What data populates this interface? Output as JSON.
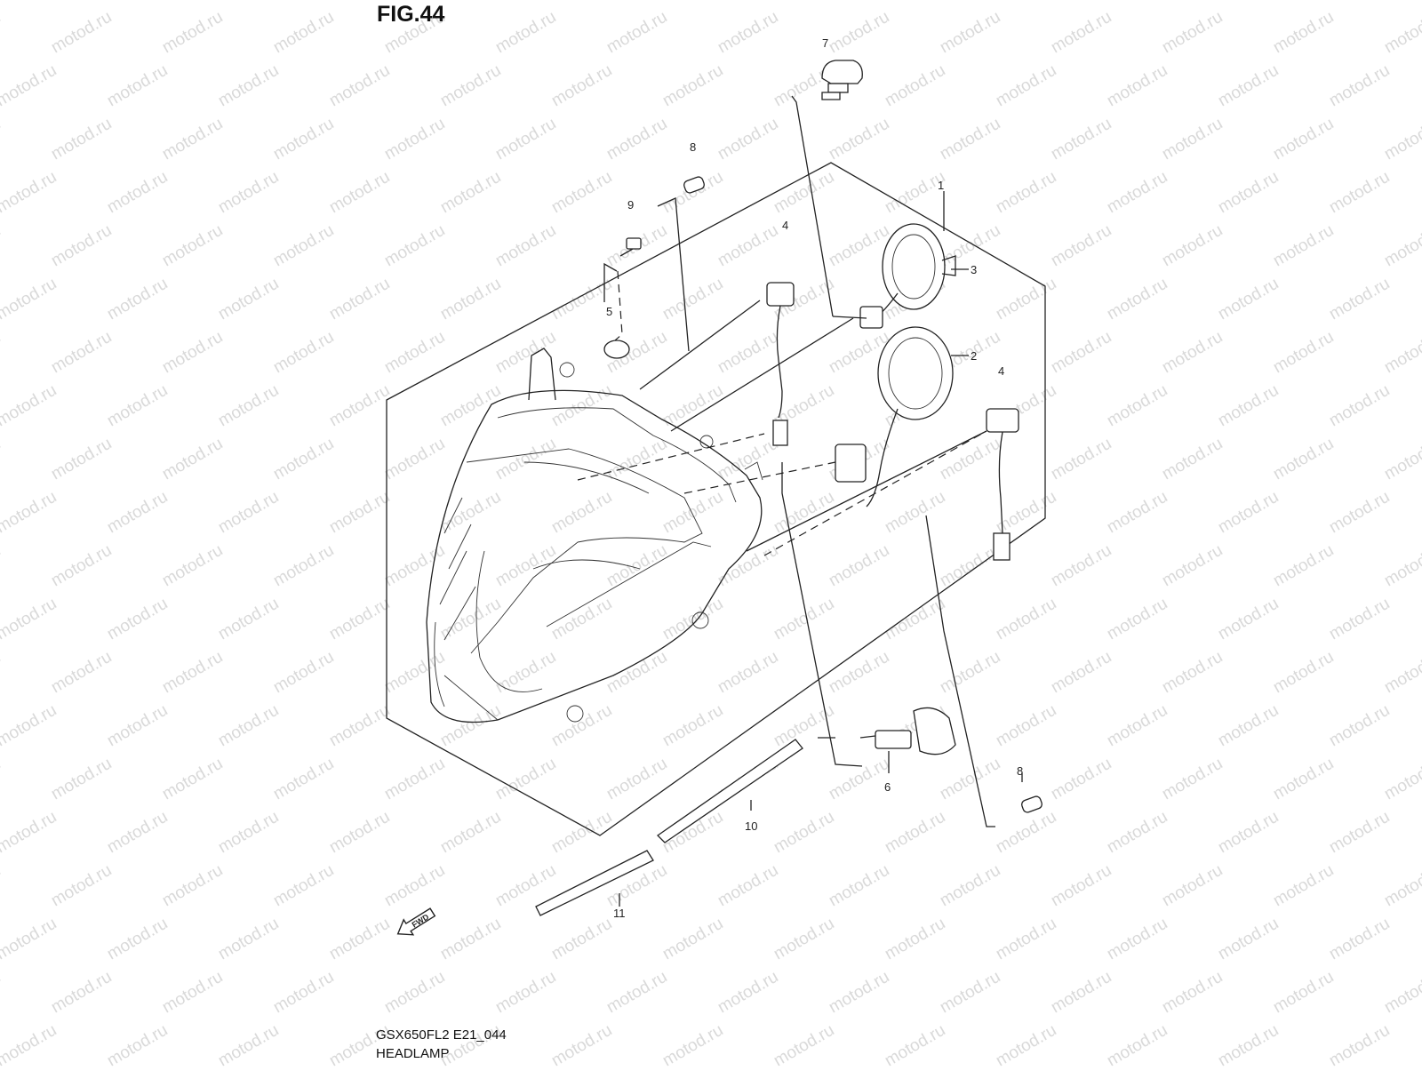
{
  "figure": {
    "number_label": "FIG.44",
    "model_code": "GSX650FL2 E21_044",
    "caption": "HEADLAMP",
    "watermark_text": "motod.ru",
    "direction_label": "FWD"
  },
  "callouts": [
    {
      "id": "c1",
      "label": "1"
    },
    {
      "id": "c2",
      "label": "2"
    },
    {
      "id": "c3",
      "label": "3"
    },
    {
      "id": "c4a",
      "label": "4"
    },
    {
      "id": "c4b",
      "label": "4"
    },
    {
      "id": "c5",
      "label": "5"
    },
    {
      "id": "c6",
      "label": "6"
    },
    {
      "id": "c7",
      "label": "7"
    },
    {
      "id": "c8a",
      "label": "8"
    },
    {
      "id": "c8b",
      "label": "8"
    },
    {
      "id": "c9",
      "label": "9"
    },
    {
      "id": "c10",
      "label": "10"
    },
    {
      "id": "c11",
      "label": "11"
    }
  ],
  "colors": {
    "line": "#222222",
    "watermark": "#d9d9d9",
    "background": "#ffffff"
  }
}
